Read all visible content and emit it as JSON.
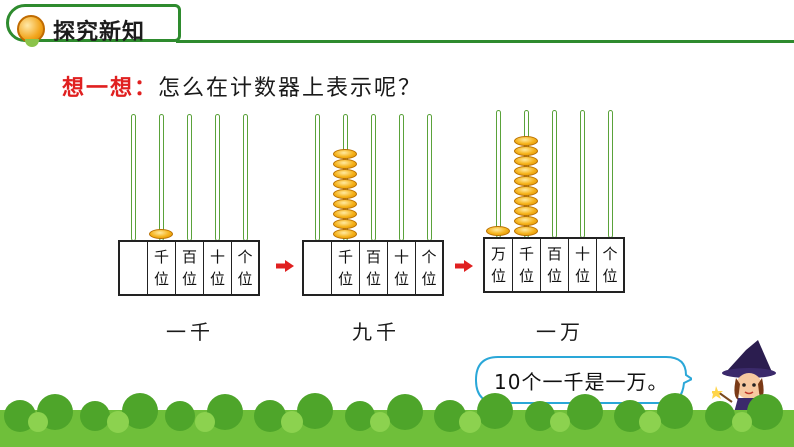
{
  "header": {
    "title": "探究新知"
  },
  "question": {
    "lead": "想一想：",
    "text": "怎么在计数器上表示呢？"
  },
  "abacuses": [
    {
      "caption": "一千",
      "places": [
        {
          "top": "",
          "bottom": ""
        },
        {
          "top": "千",
          "bottom": "位"
        },
        {
          "top": "百",
          "bottom": "位"
        },
        {
          "top": "十",
          "bottom": "位"
        },
        {
          "top": "个",
          "bottom": "位"
        }
      ],
      "beads": [
        0,
        1,
        0,
        0,
        0
      ]
    },
    {
      "caption": "九千",
      "places": [
        {
          "top": "",
          "bottom": ""
        },
        {
          "top": "千",
          "bottom": "位"
        },
        {
          "top": "百",
          "bottom": "位"
        },
        {
          "top": "十",
          "bottom": "位"
        },
        {
          "top": "个",
          "bottom": "位"
        }
      ],
      "beads": [
        0,
        9,
        0,
        0,
        0
      ]
    },
    {
      "caption": "一万",
      "places": [
        {
          "top": "万",
          "bottom": "位"
        },
        {
          "top": "千",
          "bottom": "位"
        },
        {
          "top": "百",
          "bottom": "位"
        },
        {
          "top": "十",
          "bottom": "位"
        },
        {
          "top": "个",
          "bottom": "位"
        }
      ],
      "beads": [
        1,
        10,
        0,
        0,
        0
      ]
    }
  ],
  "speech": {
    "text": "10个一千是一万。"
  },
  "colors": {
    "accent": "#2e8b2e",
    "lead": "#e02020",
    "bead": "#f5b21a",
    "arrow": "#e02020"
  }
}
